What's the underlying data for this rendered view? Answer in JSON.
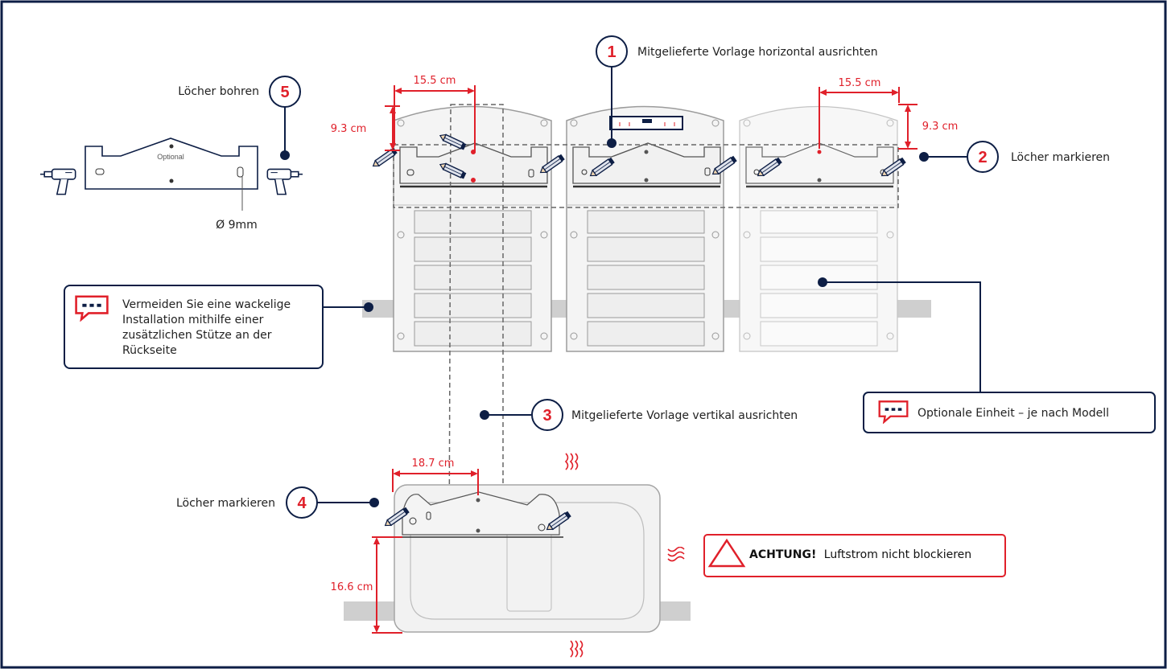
{
  "colors": {
    "navy": "#0d1e45",
    "red": "#e0202a",
    "grey": "#cfcfcf"
  },
  "steps": [
    {
      "n": "1",
      "text": "Mitgelieferte Vorlage horizontal ausrichten"
    },
    {
      "n": "2",
      "text": "Löcher markieren"
    },
    {
      "n": "3",
      "text": "Mitgelieferte Vorlage vertikal ausrichten"
    },
    {
      "n": "4",
      "text": "Löcher markieren"
    },
    {
      "n": "5",
      "text": "Löcher bohren"
    }
  ],
  "dimensions": {
    "top_left_width": "15.5 cm",
    "top_left_height": "9.3 cm",
    "top_right_width": "15.5 cm",
    "top_right_height": "9.3 cm",
    "bottom_width": "18.7 cm",
    "bottom_height": "16.6 cm",
    "drill_diameter": "Ø 9mm"
  },
  "bracket_label": "Optional",
  "notes": {
    "support_lines": [
      "Vermeiden Sie eine wackelige",
      "Installation mithilfe einer",
      "zusätzlichen Stütze an der",
      "Rückseite"
    ],
    "optional_unit": "Optionale Einheit – je nach Modell",
    "warning_bold": "ACHTUNG!",
    "warning_text": "Luftstrom nicht blockieren"
  },
  "icons": [
    "comment-icon",
    "warning-triangle-icon",
    "drill-icon",
    "pencil-icon",
    "heat-wave-icon"
  ]
}
